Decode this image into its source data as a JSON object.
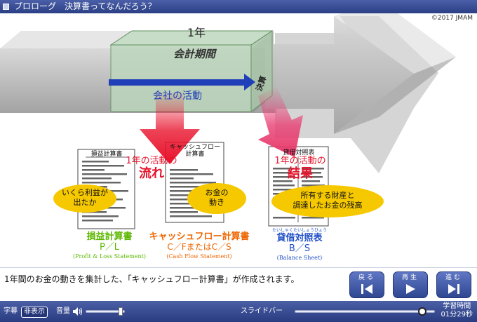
{
  "titlebar": {
    "title": "プロローグ　決算書ってなんだろう？"
  },
  "slide": {
    "copyright": "©2017 JMAM",
    "year_label": "1年",
    "period_label": "会計期間",
    "activity_label": "会社の活動",
    "settlement_label": "決算",
    "flow_caption_line1": "1年の活動の",
    "flow_caption_line2": "流れ",
    "result_caption_line1": "1年の活動の",
    "result_caption_line2": "結果",
    "doc_pl_title": "損益計算書",
    "doc_cf_title_line1": "キャッシュフロー",
    "doc_cf_title_line2": "計算書",
    "doc_bs_title": "貸借対照表",
    "bubble_profit_line1": "いくら利益が",
    "bubble_profit_line2": "出たか",
    "bubble_money_line1": "お金の",
    "bubble_money_line2": "動き",
    "bubble_assets_line1": "所有する財産と",
    "bubble_assets_line2": "調達したお金の残高",
    "pl_name": "損益計算書",
    "pl_abbr": "P／L",
    "pl_en": "(Profit & Loss Statement)",
    "cf_name": "キャッシュフロー計算書",
    "cf_abbr": "C／FまたはC／S",
    "cf_en": "(Cash Flow Statement)",
    "bs_ruby": "たいしゃくたいしょうひょう",
    "bs_name": "貸借対照表",
    "bs_abbr": "B／S",
    "bs_en": "(Balance Sheet)"
  },
  "subtitle": {
    "text": "1年間のお金の動きを集計した、「キャッシュフロー計算書」が作成されます。"
  },
  "nav": {
    "back_label": "戻る",
    "play_label": "再生",
    "next_label": "進む"
  },
  "bottombar": {
    "caption_label": "字幕",
    "caption_toggle": "非表示",
    "volume_label": "音量",
    "volume_level": 0.9,
    "slidebar_label": "スライドバー",
    "slide_progress": 0.91,
    "time_label": "学習時間",
    "time_value": "01分29秒"
  },
  "colors": {
    "accent_green": "#5cb800",
    "accent_orange": "#ee6600",
    "accent_blue": "#1f4fc8",
    "flow_red": "#e8122b"
  }
}
